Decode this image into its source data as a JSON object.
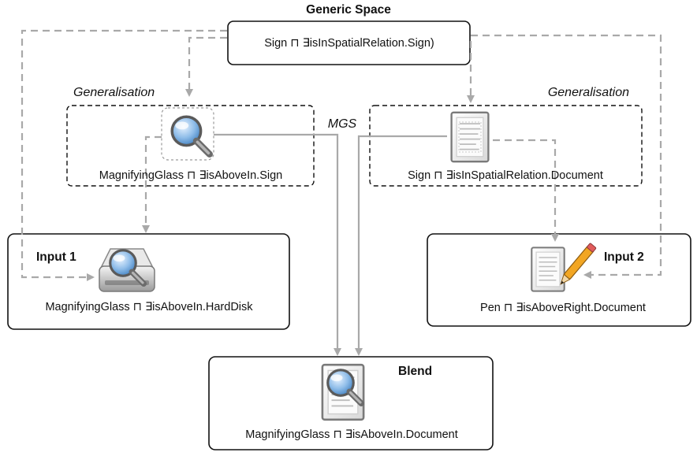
{
  "generic_space": {
    "title": "Generic Space",
    "concept": "Sign ⊓ ∃isInSpatialRelation.Sign)"
  },
  "generalisation_left": {
    "label": "Generalisation",
    "concept": "MagnifyingGlass ⊓ ∃isAboveIn.Sign",
    "icon": "magnifying-glass-icon"
  },
  "generalisation_right": {
    "label": "Generalisation",
    "concept": "Sign ⊓ ∃isInSpatialRelation.Document",
    "icon": "document-icon"
  },
  "mgs_label": "MGS",
  "input1": {
    "title": "Input 1",
    "concept": "MagnifyingGlass ⊓ ∃isAboveIn.HardDisk",
    "icon": "hard-disk-magnifier-icon"
  },
  "input2": {
    "title": "Input 2",
    "concept": "Pen ⊓ ∃isAboveRight.Document",
    "icon": "document-pen-icon"
  },
  "blend": {
    "title": "Blend",
    "concept": "MagnifyingGlass ⊓ ∃isAboveIn.Document",
    "icon": "document-magnifier-icon"
  },
  "colors": {
    "arrow": "#a9a9a9",
    "box_stroke": "#111111",
    "lens_blue": "#7fb2e6"
  }
}
